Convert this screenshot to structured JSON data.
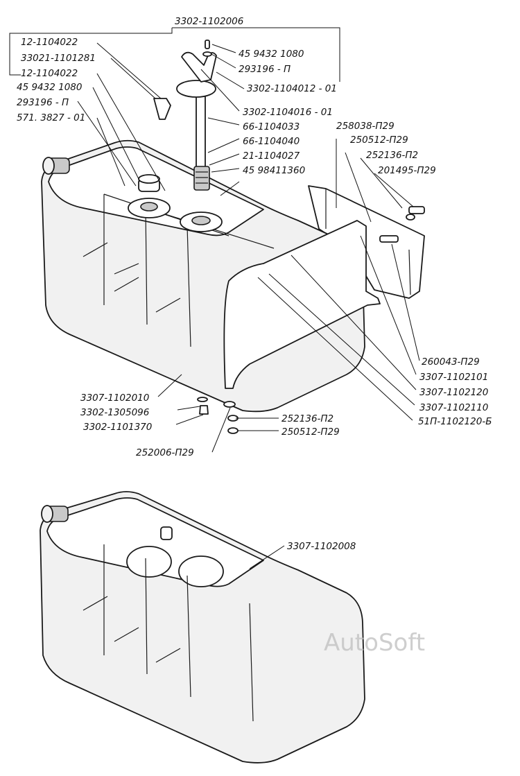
{
  "labels": [
    {
      "key": "asm_top",
      "text": "3302-1102006"
    },
    {
      "key": "l1",
      "text": "12-1104022"
    },
    {
      "key": "l2",
      "text": "33021-1101281"
    },
    {
      "key": "l3",
      "text": "12-1104022"
    },
    {
      "key": "l4",
      "text": "45 9432 1080"
    },
    {
      "key": "l5",
      "text": "293196 - П"
    },
    {
      "key": "l6",
      "text": "571. 3827 - 01"
    },
    {
      "key": "r1",
      "text": "45 9432 1080"
    },
    {
      "key": "r2",
      "text": "293196 - П"
    },
    {
      "key": "r3",
      "text": "3302-1104012 - 01"
    },
    {
      "key": "r4",
      "text": "3302-1104016 - 01"
    },
    {
      "key": "r5",
      "text": "66-1104033"
    },
    {
      "key": "r6",
      "text": "66-1104040"
    },
    {
      "key": "r7",
      "text": "21-1104027"
    },
    {
      "key": "r8",
      "text": "45 98411360"
    },
    {
      "key": "r9",
      "text": "258038-П29"
    },
    {
      "key": "r10",
      "text": "250512-П29"
    },
    {
      "key": "r11",
      "text": "252136-П2"
    },
    {
      "key": "r12",
      "text": "201495-П29"
    },
    {
      "key": "r13",
      "text": "260043-П29"
    },
    {
      "key": "r14",
      "text": "3307-1102101"
    },
    {
      "key": "r15",
      "text": "3307-1102120"
    },
    {
      "key": "r16",
      "text": "3307-1102110"
    },
    {
      "key": "r17",
      "text": "51П-1102120-Б"
    },
    {
      "key": "b1",
      "text": "3307-1102010"
    },
    {
      "key": "b2",
      "text": "3302-1305096"
    },
    {
      "key": "b3",
      "text": "3302-1101370"
    },
    {
      "key": "b4",
      "text": "252136-П2"
    },
    {
      "key": "b5",
      "text": "250512-П29"
    },
    {
      "key": "b6",
      "text": "252006-П29"
    },
    {
      "key": "bottom",
      "text": "3307-1102008"
    }
  ],
  "watermark": "AutoSoft"
}
